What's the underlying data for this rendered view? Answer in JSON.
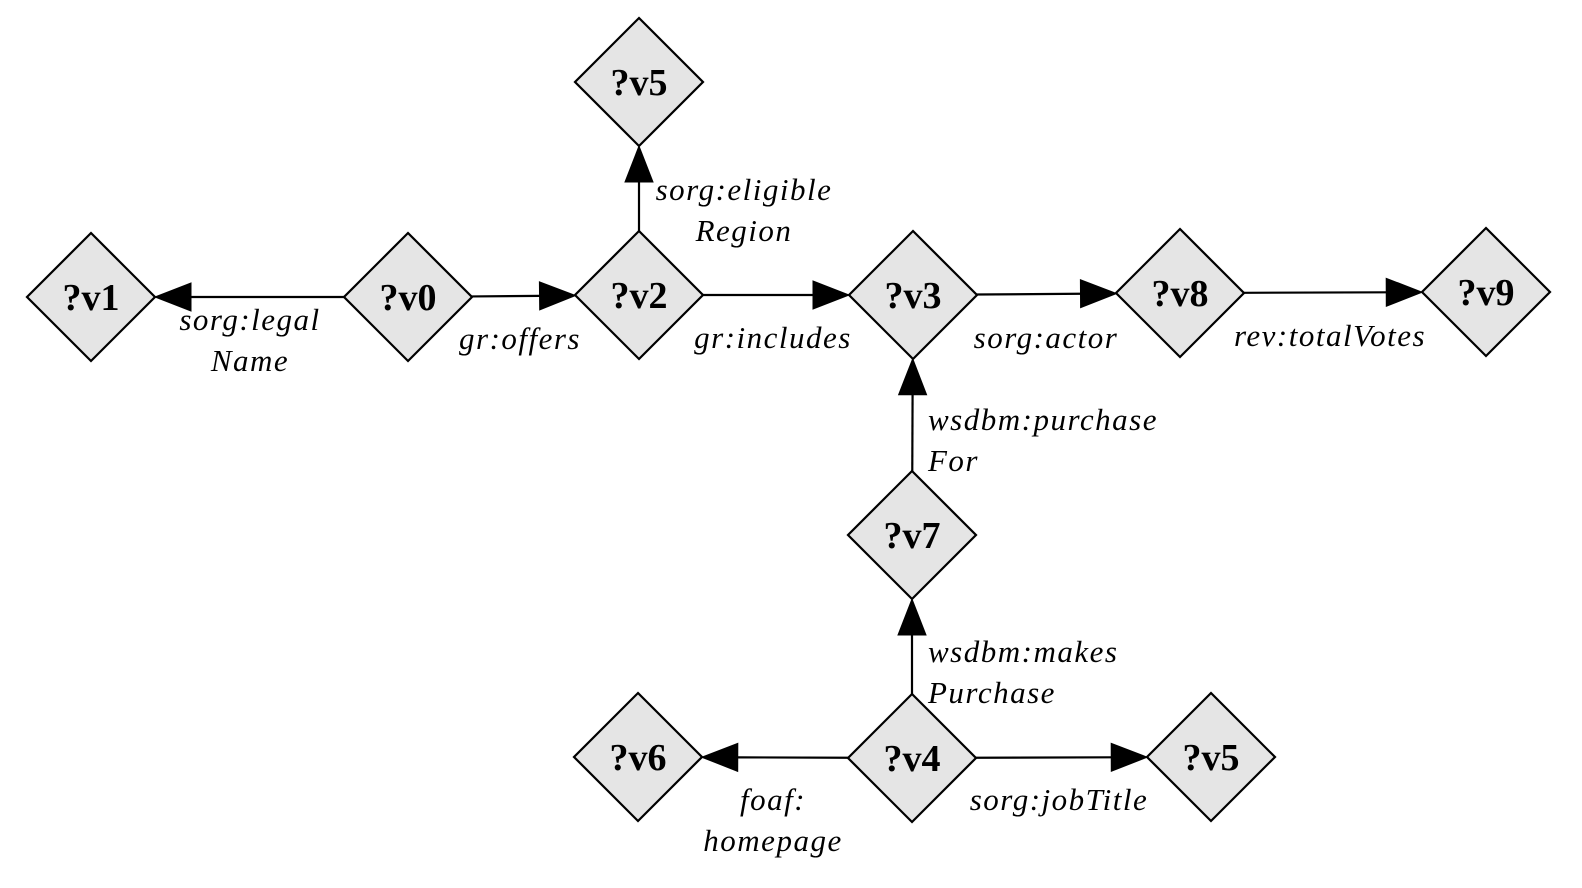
{
  "nodes": [
    {
      "id": "v1",
      "label": "?v1"
    },
    {
      "id": "v0",
      "label": "?v0"
    },
    {
      "id": "v2",
      "label": "?v2"
    },
    {
      "id": "v5a",
      "label": "?v5"
    },
    {
      "id": "v3",
      "label": "?v3"
    },
    {
      "id": "v8",
      "label": "?v8"
    },
    {
      "id": "v9",
      "label": "?v9"
    },
    {
      "id": "v7",
      "label": "?v7"
    },
    {
      "id": "v4",
      "label": "?v4"
    },
    {
      "id": "v6",
      "label": "?v6"
    },
    {
      "id": "v5b",
      "label": "?v5"
    }
  ],
  "edges": [
    {
      "id": "e-v0-v1",
      "from": "v0",
      "to": "v1",
      "label": [
        "sorg:legal",
        "Name"
      ]
    },
    {
      "id": "e-v0-v2",
      "from": "v0",
      "to": "v2",
      "label": [
        "gr:offers"
      ]
    },
    {
      "id": "e-v2-v5a",
      "from": "v2",
      "to": "v5a",
      "label": [
        "sorg:eligible",
        "Region"
      ]
    },
    {
      "id": "e-v2-v3",
      "from": "v2",
      "to": "v3",
      "label": [
        "gr:includes"
      ]
    },
    {
      "id": "e-v3-v8",
      "from": "v3",
      "to": "v8",
      "label": [
        "sorg:actor"
      ]
    },
    {
      "id": "e-v8-v9",
      "from": "v8",
      "to": "v9",
      "label": [
        "rev:totalVotes"
      ]
    },
    {
      "id": "e-v7-v3",
      "from": "v7",
      "to": "v3",
      "label": [
        "wsdbm:purchase",
        "For"
      ]
    },
    {
      "id": "e-v4-v7",
      "from": "v4",
      "to": "v7",
      "label": [
        "wsdbm:makes",
        "Purchase"
      ]
    },
    {
      "id": "e-v4-v6",
      "from": "v4",
      "to": "v6",
      "label": [
        "foaf:",
        "homepage"
      ]
    },
    {
      "id": "e-v4-v5b",
      "from": "v4",
      "to": "v5b",
      "label": [
        "sorg:jobTitle"
      ]
    }
  ]
}
